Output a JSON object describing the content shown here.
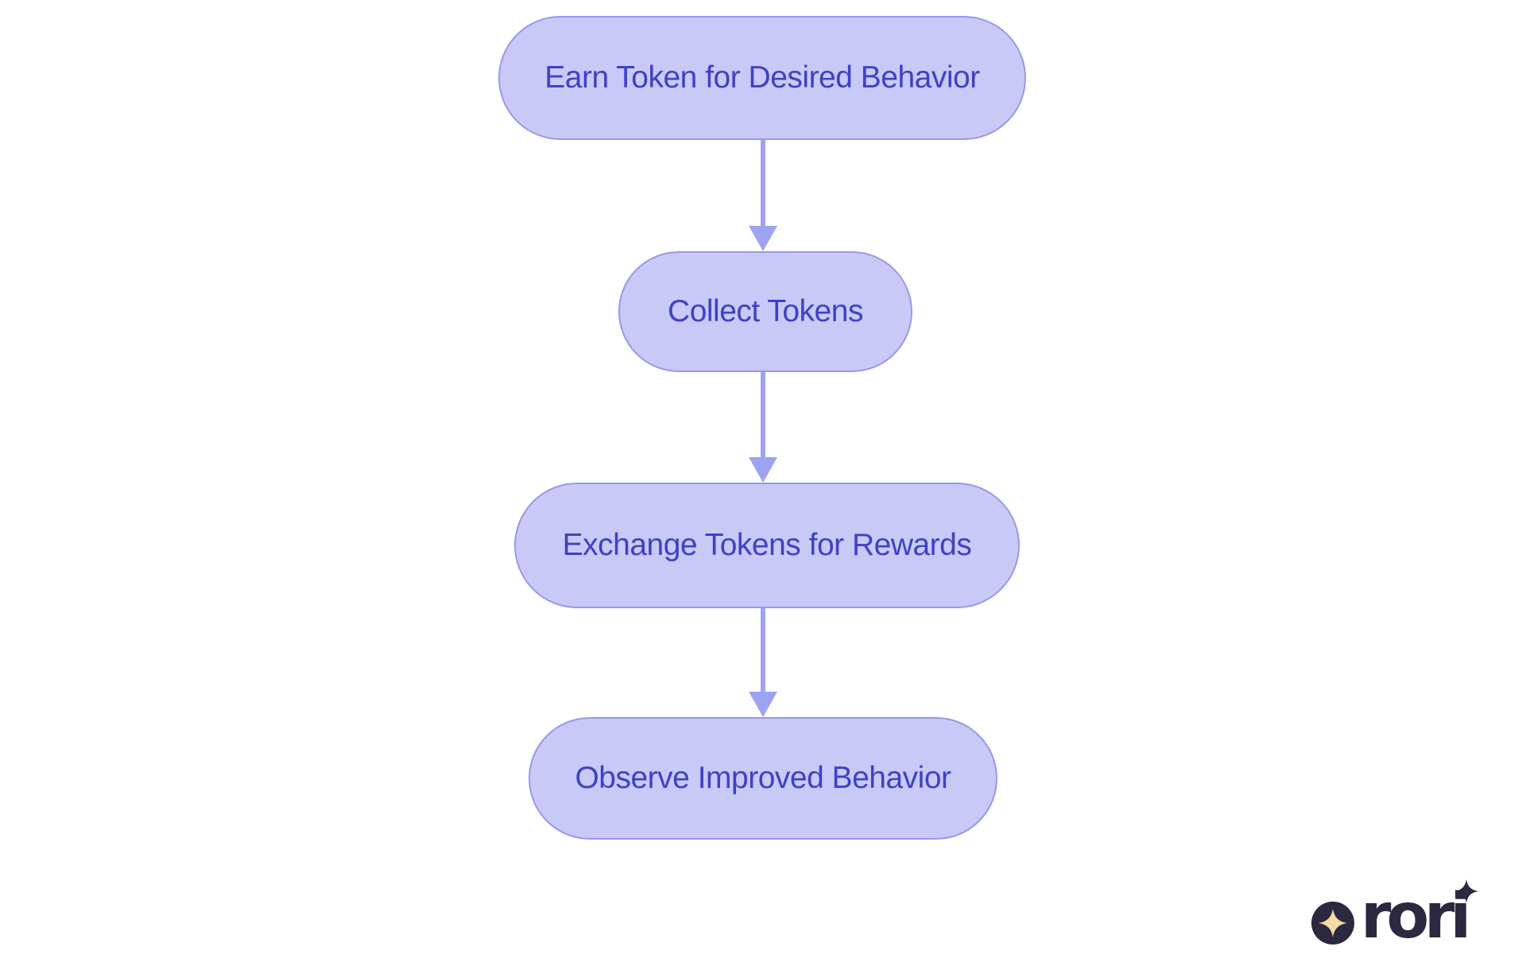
{
  "page": {
    "background": "#ffffff"
  },
  "diagram": {
    "type": "flowchart",
    "direction": "top-down",
    "node_fill": "#c8c9f6",
    "node_border": "#9699ec",
    "node_text_color": "#3f41c8",
    "arrow_color": "#9ea3f1",
    "nodes": [
      {
        "id": "earn",
        "label": "Earn Token for Desired Behavior"
      },
      {
        "id": "collect",
        "label": "Collect Tokens"
      },
      {
        "id": "exchange",
        "label": "Exchange Tokens for Rewards"
      },
      {
        "id": "observe",
        "label": "Observe Improved Behavior"
      }
    ],
    "edges": [
      {
        "from": "earn",
        "to": "collect"
      },
      {
        "from": "collect",
        "to": "exchange"
      },
      {
        "from": "exchange",
        "to": "observe"
      }
    ]
  },
  "brand": {
    "logo_text": "rori",
    "logo_color": "#2b2840",
    "star_color": "#f4dba3"
  }
}
